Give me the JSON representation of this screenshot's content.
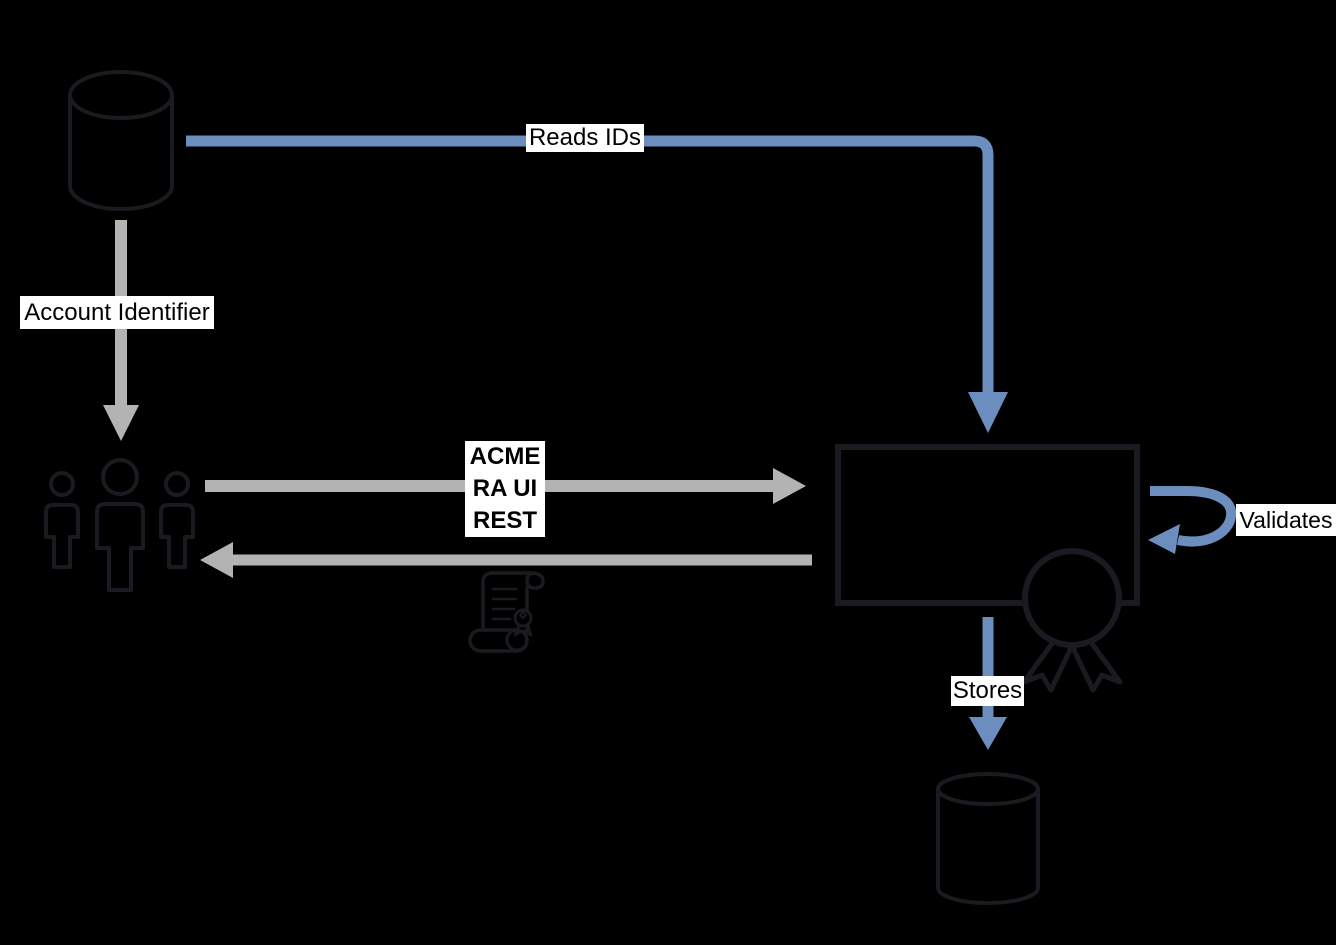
{
  "diagram": {
    "title": "certificate-registration-flow",
    "background_color": "#000000",
    "colors": {
      "flow_blue": "#6c8ebf",
      "flow_gray": "#b3b3b3",
      "label_background": "#ffffff",
      "label_text": "#000000",
      "shape_stroke": "#1a1a20"
    },
    "nodes": [
      {
        "id": "accounts-database",
        "icon": "database-icon"
      },
      {
        "id": "users-group",
        "icon": "users-icon"
      },
      {
        "id": "service-box",
        "icon": "rectangle-box"
      },
      {
        "id": "certificate-badge",
        "icon": "award-ribbon-icon"
      },
      {
        "id": "certificate-scroll",
        "icon": "scroll-icon"
      },
      {
        "id": "certificate-store-database",
        "icon": "database-icon"
      }
    ],
    "edges": [
      {
        "id": "reads-ids",
        "label": "Reads IDs",
        "color": "#6c8ebf"
      },
      {
        "id": "account-identifier",
        "label": "Account Identifier",
        "color": "#b3b3b3"
      },
      {
        "id": "acme-ra-ui-rest",
        "label": "ACME\nRA UI\nREST",
        "color": "#b3b3b3"
      },
      {
        "id": "validates",
        "label": "Validates",
        "color": "#6c8ebf"
      },
      {
        "id": "stores",
        "label": "Stores",
        "color": "#6c8ebf"
      }
    ]
  }
}
